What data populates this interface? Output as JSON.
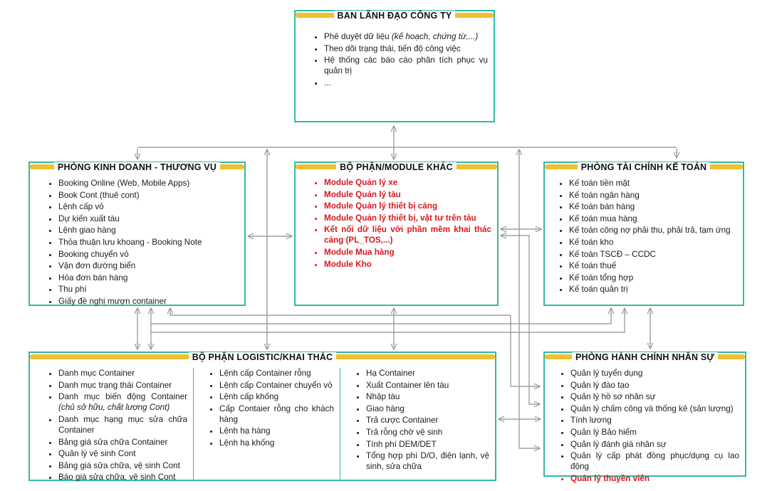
{
  "colors": {
    "border_teal": "#32b9a7",
    "header_yellow": "#f0c02f",
    "connector_grey": "#8f8f8f",
    "highlight_red": "#d71920"
  },
  "boxes": {
    "leadership": {
      "title": "BAN LÃNH ĐẠO CÔNG TY",
      "items": [
        {
          "t": "Phê duyệt dữ liệu ",
          "i": "(kế hoạch, chứng từ,...)"
        },
        {
          "t": "Theo dõi trạng thái, tiến độ công việc"
        },
        {
          "t": "Hệ thống các báo cáo phân tích phục vụ quản trị"
        },
        {
          "t": "..."
        }
      ]
    },
    "sales": {
      "title": "PHÒNG KINH DOANH - THƯƠNG VỤ",
      "items": [
        {
          "t": "Booking Online (Web, Mobile Apps)"
        },
        {
          "t": "Book Cont (thuê cont)"
        },
        {
          "t": "Lệnh cấp vỏ"
        },
        {
          "t": "Dự kiến xuất tàu"
        },
        {
          "t": "Lệnh giao hàng"
        },
        {
          "t": "Thỏa thuận lưu khoang - Booking Note"
        },
        {
          "t": "Booking chuyển vỏ"
        },
        {
          "t": "Vận đơn đường biển"
        },
        {
          "t": "Hóa đơn bán hàng"
        },
        {
          "t": "Thu phí"
        },
        {
          "t": "Giấy đề nghị mượn container"
        }
      ]
    },
    "modules": {
      "title": "BỘ PHẬN/MODULE KHÁC",
      "items": [
        {
          "t": "Module Quản lý xe",
          "red": true
        },
        {
          "t": "Module Quản lý tàu",
          "red": true
        },
        {
          "t": "Module Quản lý thiết bị cảng",
          "red": true
        },
        {
          "t": "Module Quản lý thiết bị, vật tư trên tàu",
          "red": true
        },
        {
          "t": "Kết nối dữ liệu với phần mềm khai thác cảng (PL_TOS,...)",
          "red": true
        },
        {
          "t": "Module Mua hàng",
          "red": true
        },
        {
          "t": "Module Kho",
          "red": true
        }
      ]
    },
    "accounting": {
      "title": "PHÒNG TÀI CHÍNH KẾ TOÁN",
      "items": [
        {
          "t": "Kế toán tiền mặt"
        },
        {
          "t": "Kế toán ngân hàng"
        },
        {
          "t": "Kế toán bán hàng"
        },
        {
          "t": "Kế toán mua hàng"
        },
        {
          "t": "Kế toán công nợ phải thu, phải trả, tạm ứng"
        },
        {
          "t": "Kế toán kho"
        },
        {
          "t": "Kế toán TSCĐ – CCDC"
        },
        {
          "t": "Kế toán thuế"
        },
        {
          "t": "Kế toán tổng hợp"
        },
        {
          "t": "Kế toán quản trị"
        }
      ]
    },
    "logistics": {
      "title": "BỘ PHẬN LOGISTIC/KHAI THÁC",
      "col1": [
        {
          "t": "Danh mục Container"
        },
        {
          "t": "Danh mục trạng thái Container"
        },
        {
          "t": "Danh mục biến động Container ",
          "i": "(chủ sở hữu, chất lượng Cont)"
        },
        {
          "t": "Danh mục hạng mục sửa chữa Container"
        },
        {
          "t": "Bảng giá sửa chữa Container"
        },
        {
          "t": "Quản lý vệ sinh Cont"
        },
        {
          "t": "Bảng giá sửa chữa, vệ sinh Cont"
        },
        {
          "t": "Báo giá sửa chữa, vệ sinh Cont"
        }
      ],
      "col2": [
        {
          "t": "Lệnh cấp Container rỗng"
        },
        {
          "t": "Lệnh cấp Container chuyển vỏ"
        },
        {
          "t": "Lệnh cấp khống"
        },
        {
          "t": "Cấp Contaier rỗng cho khách hàng"
        },
        {
          "t": "Lệnh hạ hàng"
        },
        {
          "t": "Lệnh hạ khống"
        }
      ],
      "col3": [
        {
          "t": "Hạ Container"
        },
        {
          "t": "Xuất Container lên tàu"
        },
        {
          "t": "Nhập tàu"
        },
        {
          "t": "Giao hàng"
        },
        {
          "t": "Trả cược Container"
        },
        {
          "t": "Trả rỗng chờ vệ sinh"
        },
        {
          "t": "Tính phí DEM/DET"
        },
        {
          "t": "Tổng hợp phí D/O, điện lạnh, vệ sinh, sửa chữa"
        }
      ]
    },
    "hr": {
      "title": "PHÒNG HÀNH CHÍNH NHÂN SỰ",
      "items": [
        {
          "t": "Quản lý tuyển dụng"
        },
        {
          "t": "Quản lý đào tạo"
        },
        {
          "t": "Quản lý hồ sơ nhân sự"
        },
        {
          "t": "Quản lý chấm công và thống kê (sản lượng)"
        },
        {
          "t": "Tính lương"
        },
        {
          "t": "Quản lý Bảo hiểm"
        },
        {
          "t": "Quản lý đánh giá nhân sự"
        },
        {
          "t": "Quản lý cấp phát đồng phục/dụng cụ lao động"
        },
        {
          "t": "Quản lý thuyền viên",
          "red": true
        }
      ]
    }
  }
}
